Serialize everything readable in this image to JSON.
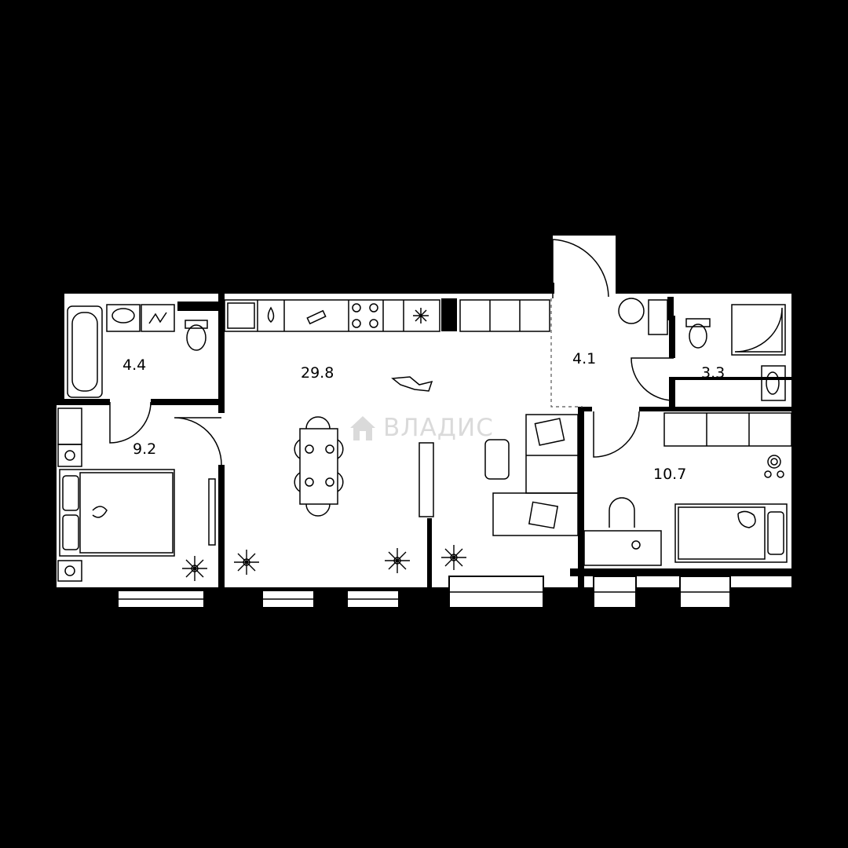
{
  "plan": {
    "rooms": [
      {
        "id": "bath-1",
        "area": "4.4"
      },
      {
        "id": "kitchen-living",
        "area": "29.8"
      },
      {
        "id": "hall",
        "area": "4.1"
      },
      {
        "id": "bath-2",
        "area": "3.3"
      },
      {
        "id": "bedroom",
        "area": "9.2"
      },
      {
        "id": "kids-room",
        "area": "10.7"
      }
    ],
    "watermark": "ВЛАДИС"
  },
  "colors": {
    "background": "#000000",
    "floor": "#ffffff",
    "wall": "#000000",
    "line": "#111111"
  }
}
